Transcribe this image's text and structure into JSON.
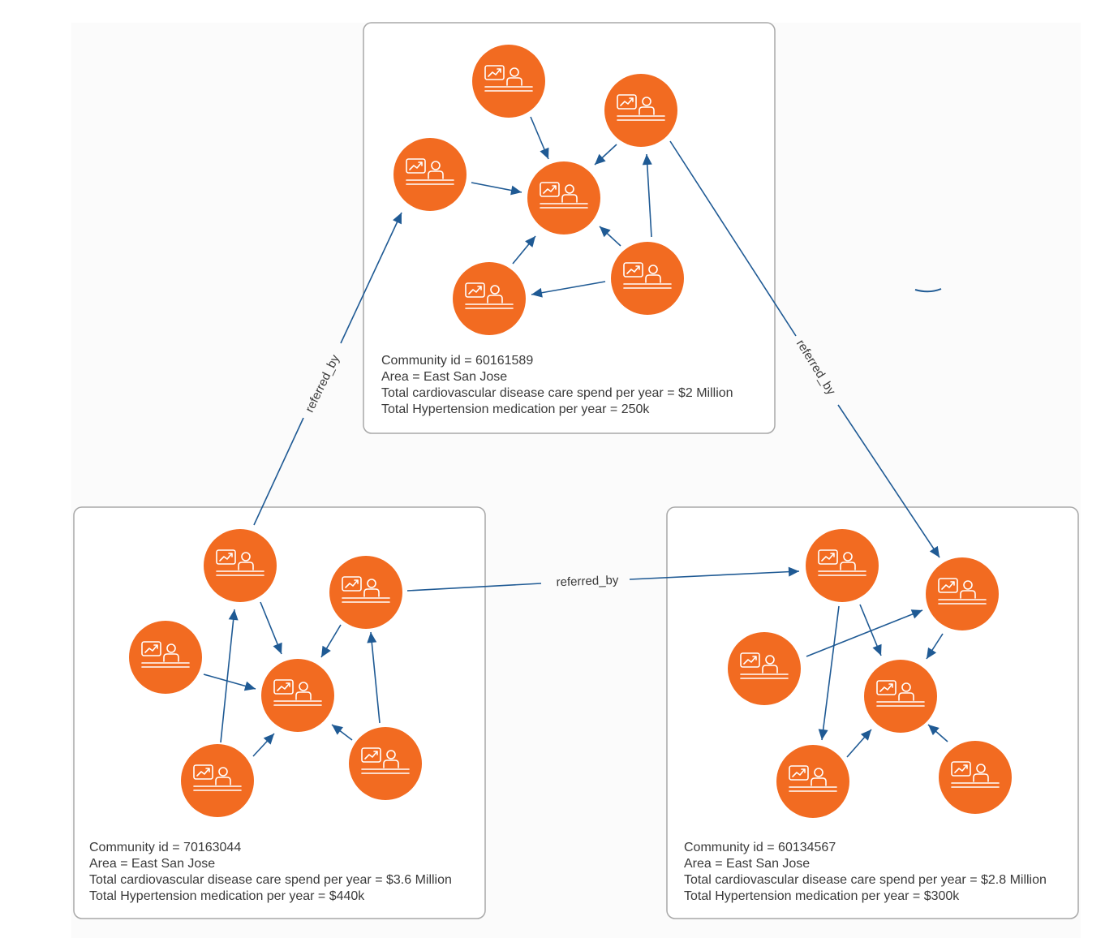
{
  "colors": {
    "node_fill": "#f26b21",
    "icon_stroke": "#ffffff",
    "edge": "#1f5a94",
    "box_stroke": "#a8a8a8",
    "text": "#3a3a3a"
  },
  "node_icon": "presentation-person-icon",
  "communities": [
    {
      "id": "top",
      "info": [
        "Community id = 60161589",
        "Area = East San Jose",
        "Total cardiovascular disease care spend per year = $2 Million",
        "Total Hypertension medication per year = 250k"
      ]
    },
    {
      "id": "left",
      "info": [
        "Community id = 70163044",
        "Area = East San Jose",
        "Total cardiovascular disease care spend per year = $3.6 Million",
        "Total Hypertension medication per year = $440k"
      ]
    },
    {
      "id": "right",
      "info": [
        "Community id = 60134567",
        "Area = East San Jose",
        "Total cardiovascular disease care spend per year = $2.8 Million",
        "Total Hypertension medication per year = $300k"
      ]
    }
  ],
  "inter_edges": [
    {
      "label": "referred_by"
    },
    {
      "label": "referred_by"
    },
    {
      "label": "referred_by"
    }
  ]
}
